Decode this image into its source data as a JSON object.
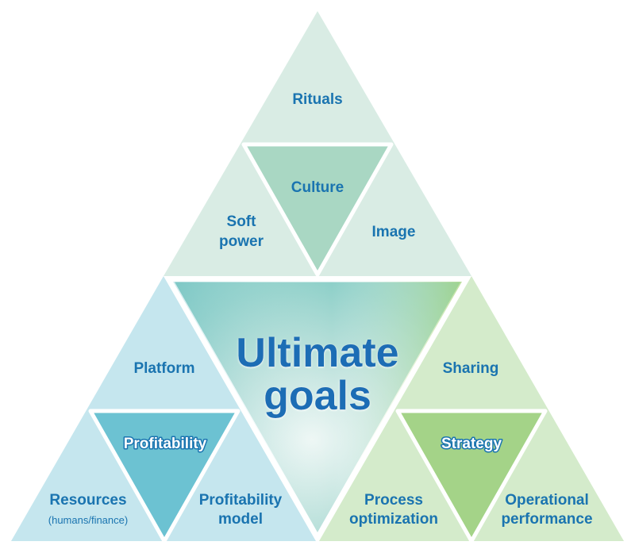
{
  "diagram": {
    "center": {
      "line1": "Ultimate",
      "line2": "goals"
    },
    "top": {
      "title": "Culture",
      "items": {
        "top": "Rituals",
        "left_line1": "Soft",
        "left_line2": "power",
        "right": "Image"
      }
    },
    "left": {
      "title": "Profitability",
      "items": {
        "top": "Platform",
        "left_line1": "Resources",
        "left_line2": "(humans/finance)",
        "right_line1": "Profitability",
        "right_line2": "model"
      }
    },
    "right": {
      "title": "Strategy",
      "items": {
        "top": "Sharing",
        "left_line1": "Process",
        "left_line2": "optimization",
        "right_line1": "Operational",
        "right_line2": "performance"
      }
    },
    "colors": {
      "top_light": "#d9ece4",
      "top_inner": "#a9d7c3",
      "left_light": "#c5e6ee",
      "left_inner": "#6cc2d2",
      "right_light": "#d4ebcb",
      "right_inner": "#a4d388",
      "text_blue": "#1a74b0",
      "hero_blue": "#1a6db5"
    }
  }
}
